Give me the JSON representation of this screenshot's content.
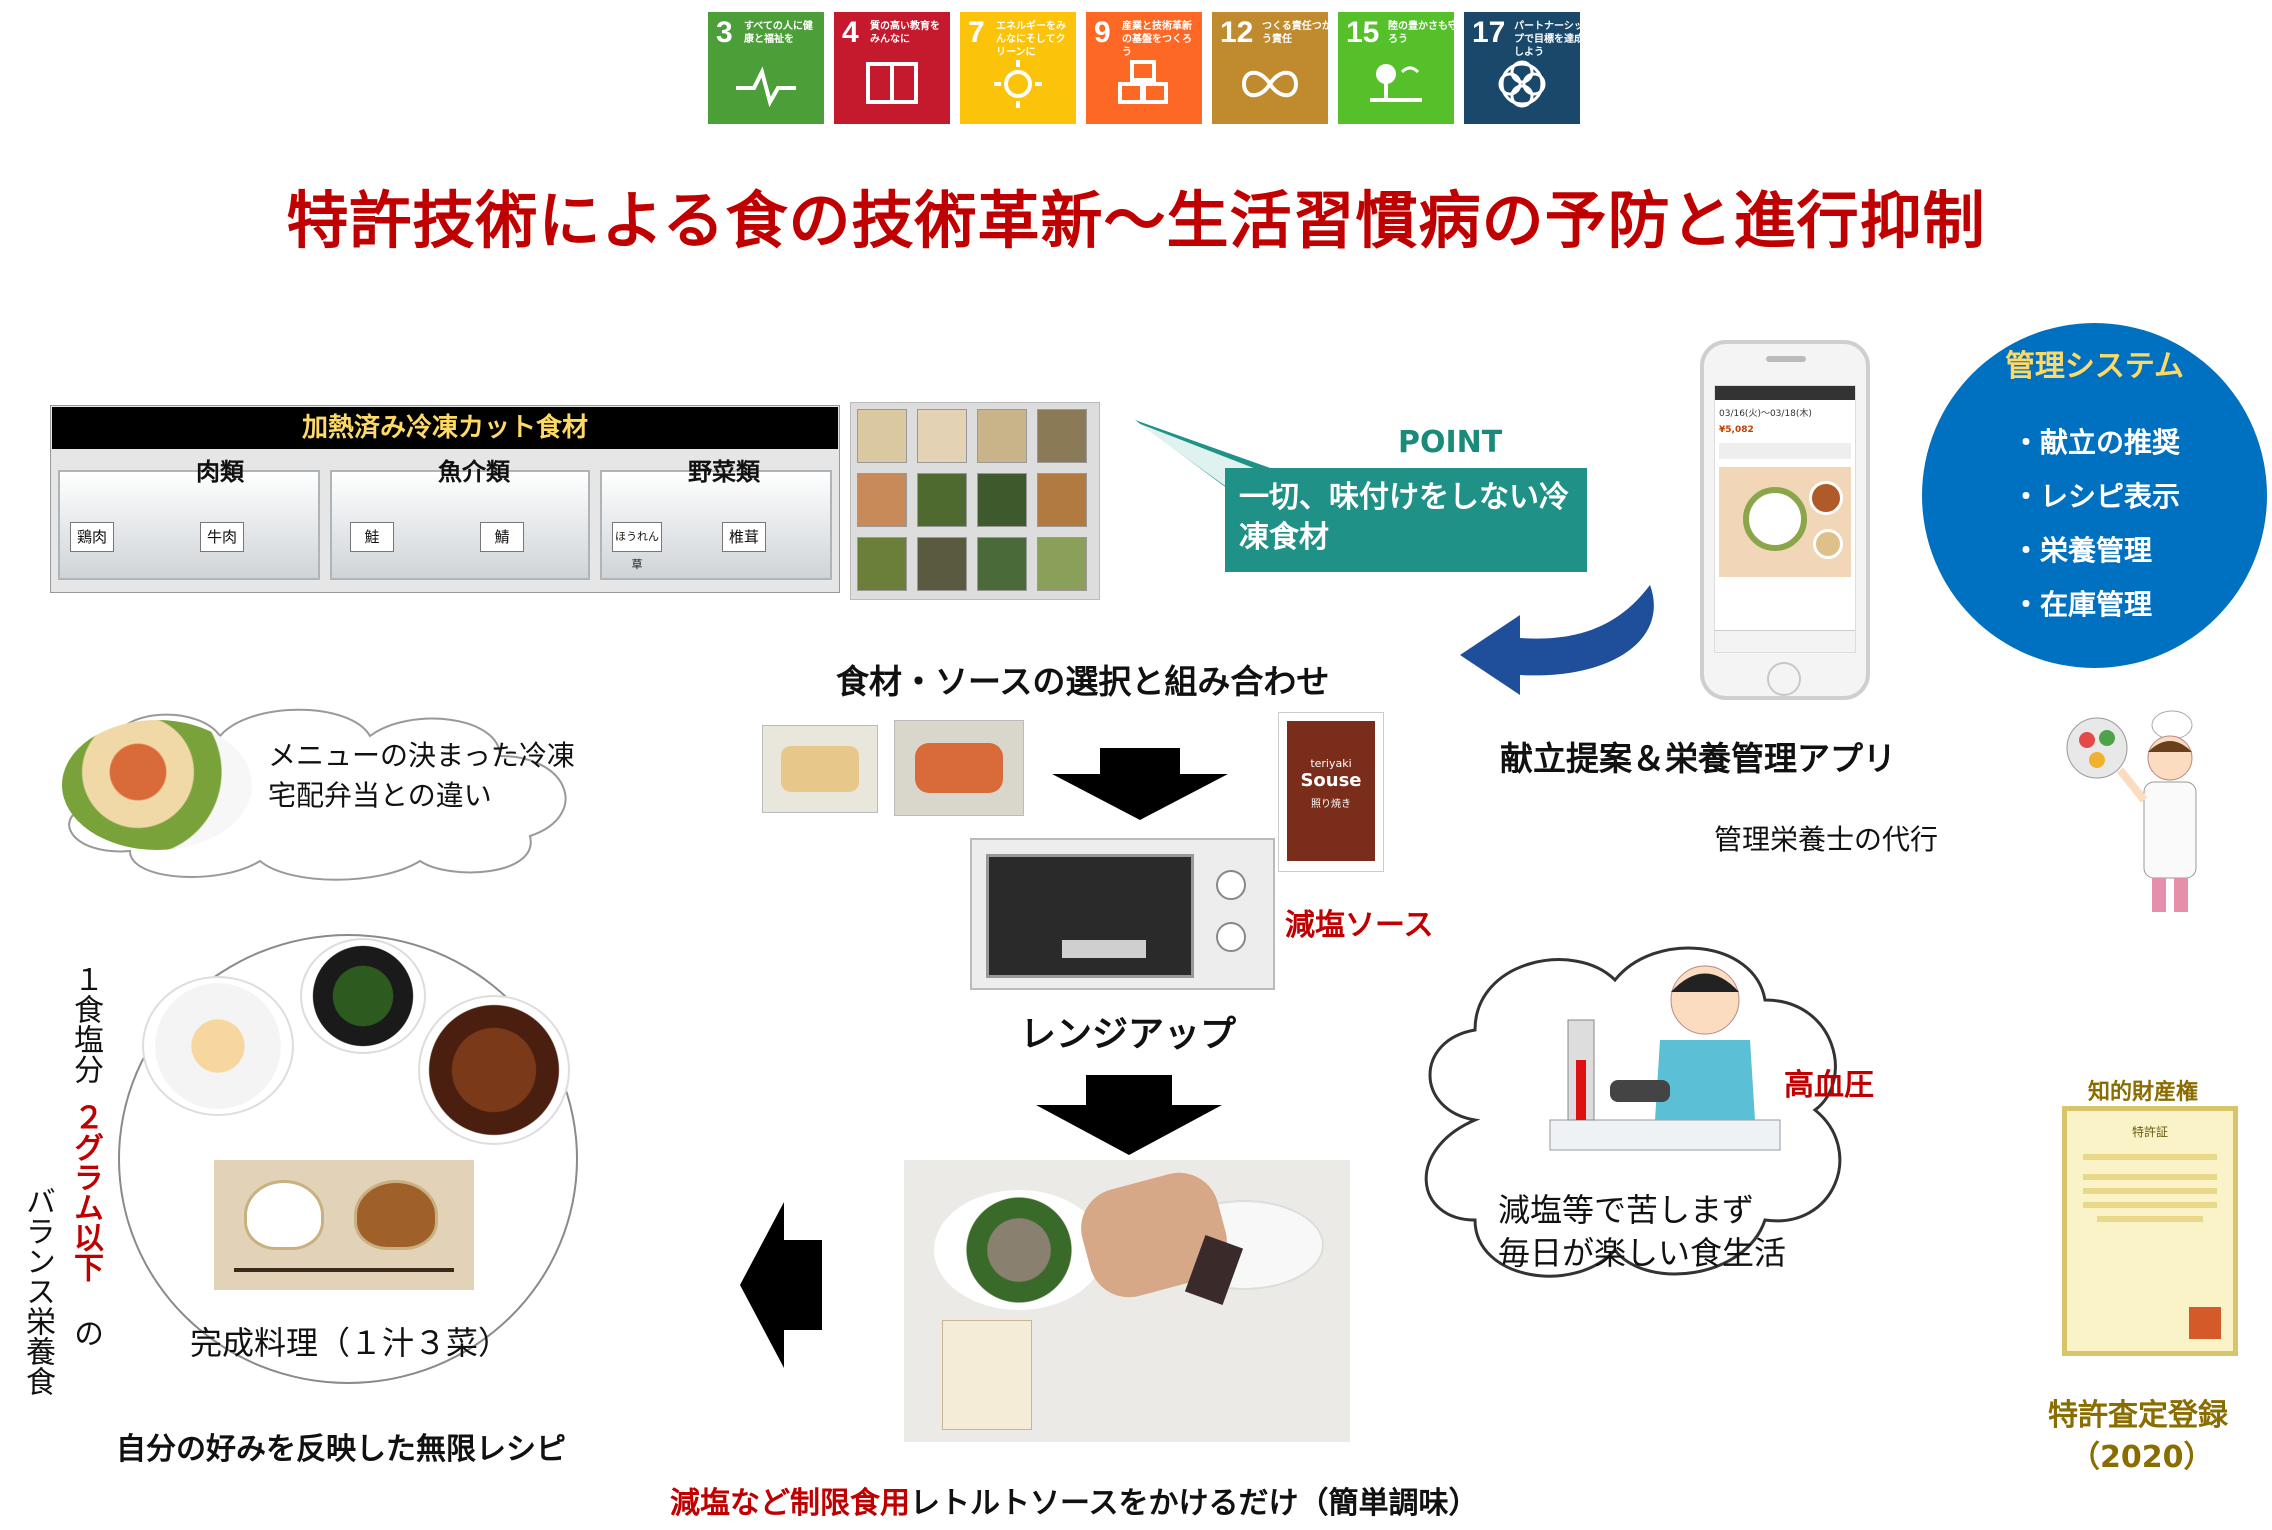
{
  "sdgs": [
    {
      "num": "3",
      "text": "すべての人に健康と福祉を",
      "color": "#4c9f38",
      "icon": "heartbeat-icon"
    },
    {
      "num": "4",
      "text": "質の高い教育をみんなに",
      "color": "#c5192d",
      "icon": "book-icon"
    },
    {
      "num": "7",
      "text": "エネルギーをみんなにそしてクリーンに",
      "color": "#fcc30b",
      "icon": "sun-icon"
    },
    {
      "num": "9",
      "text": "産業と技術革新の基盤をつくろう",
      "color": "#fd6925",
      "icon": "cubes-icon"
    },
    {
      "num": "12",
      "text": "つくる責任つかう責任",
      "color": "#bf8b2e",
      "icon": "infinity-icon"
    },
    {
      "num": "15",
      "text": "陸の豊かさも守ろう",
      "color": "#56c02b",
      "icon": "tree-icon"
    },
    {
      "num": "17",
      "text": "パートナーシップで目標を達成しよう",
      "color": "#19486a",
      "icon": "flower-icon"
    }
  ],
  "title": "特許技術による食の技術革新～生活習慣病の予防と進行抑制",
  "shelf": {
    "header": "加熱済み冷凍カット食材",
    "categories": [
      "肉類",
      "魚介類",
      "野菜類"
    ],
    "packs": [
      "鶏肉",
      "牛肉",
      "鮭",
      "鯖",
      "ほうれん草",
      "椎茸"
    ]
  },
  "point": {
    "title": "POINT",
    "body": "一切、味付けをしない冷凍食材"
  },
  "app": {
    "screen_dates": "03/16(火)～03/18(木)",
    "screen_price": "¥5,082",
    "caption": "献立提案＆栄養管理アプリ",
    "sub": "管理栄養士の代行"
  },
  "mgmt": {
    "title": "管理システム",
    "items": [
      "・献立の推奨",
      "・レシピ表示",
      "・栄養管理",
      "・在庫管理"
    ]
  },
  "combine": "食材・ソースの選択と組み合わせ",
  "sauce_pack": {
    "brand": "teriyaki",
    "name": "Souse",
    "sub": "照り焼き"
  },
  "reduced_salt_sauce": "減塩ソース",
  "microwave": "レンジアップ",
  "bento_cloud": "メニューの決まった冷凍宅配弁当との違い",
  "bp": {
    "label": "高血圧",
    "line1": "減塩等で苦しまず",
    "line2": "毎日が楽しい食生活"
  },
  "dish": {
    "caption": "完成料理（１汁３菜）",
    "recipe": "自分の好みを反映した無限レシピ"
  },
  "vertical": {
    "a": "１食塩分",
    "b": "２グラム以下",
    "c": "の",
    "d": "バランス栄養食"
  },
  "bottom": {
    "red": "減塩など制限食用",
    "black": "レトルトソースをかけるだけ（簡単調味）"
  },
  "patent": {
    "header": "知的財産権",
    "line1": "特許査定登録",
    "line2": "（2020）",
    "cert_title": "特許証"
  }
}
